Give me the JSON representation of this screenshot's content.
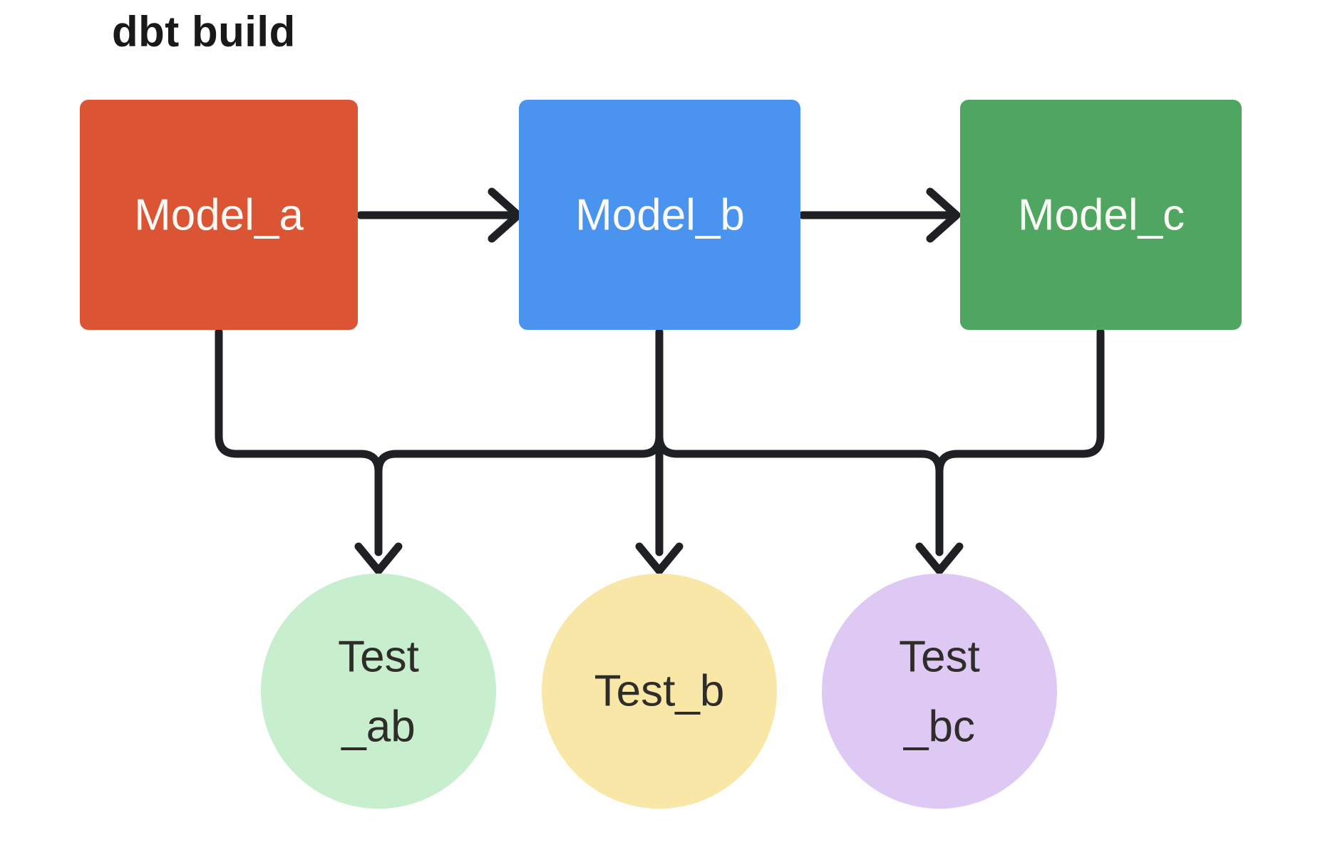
{
  "title": "dbt build",
  "colors": {
    "background": "#ffffff",
    "edge": "#1f2023",
    "title_text": "#191919",
    "box_label": "#fbfaf6",
    "circle_label": "#2f2d29"
  },
  "models": [
    {
      "id": "model_a",
      "label": "Model_a",
      "color": "#db5434"
    },
    {
      "id": "model_b",
      "label": "Model_b",
      "color": "#4a94f0"
    },
    {
      "id": "model_c",
      "label": "Model_c",
      "color": "#4ea660"
    }
  ],
  "tests": [
    {
      "id": "test_ab",
      "lines": [
        "Test",
        "_ab"
      ],
      "color": "#c7eecd"
    },
    {
      "id": "test_b",
      "lines": [
        "Test_b"
      ],
      "color": "#f8e7a6"
    },
    {
      "id": "test_bc",
      "lines": [
        "Test",
        "_bc"
      ],
      "color": "#dec9f4"
    }
  ],
  "edges": [
    {
      "from": "Model_a",
      "to": "Model_b"
    },
    {
      "from": "Model_b",
      "to": "Model_c"
    },
    {
      "from": "Model_a",
      "to": "Test_ab"
    },
    {
      "from": "Model_b",
      "to": "Test_ab"
    },
    {
      "from": "Model_b",
      "to": "Test_b"
    },
    {
      "from": "Model_b",
      "to": "Test_bc"
    },
    {
      "from": "Model_c",
      "to": "Test_bc"
    }
  ]
}
